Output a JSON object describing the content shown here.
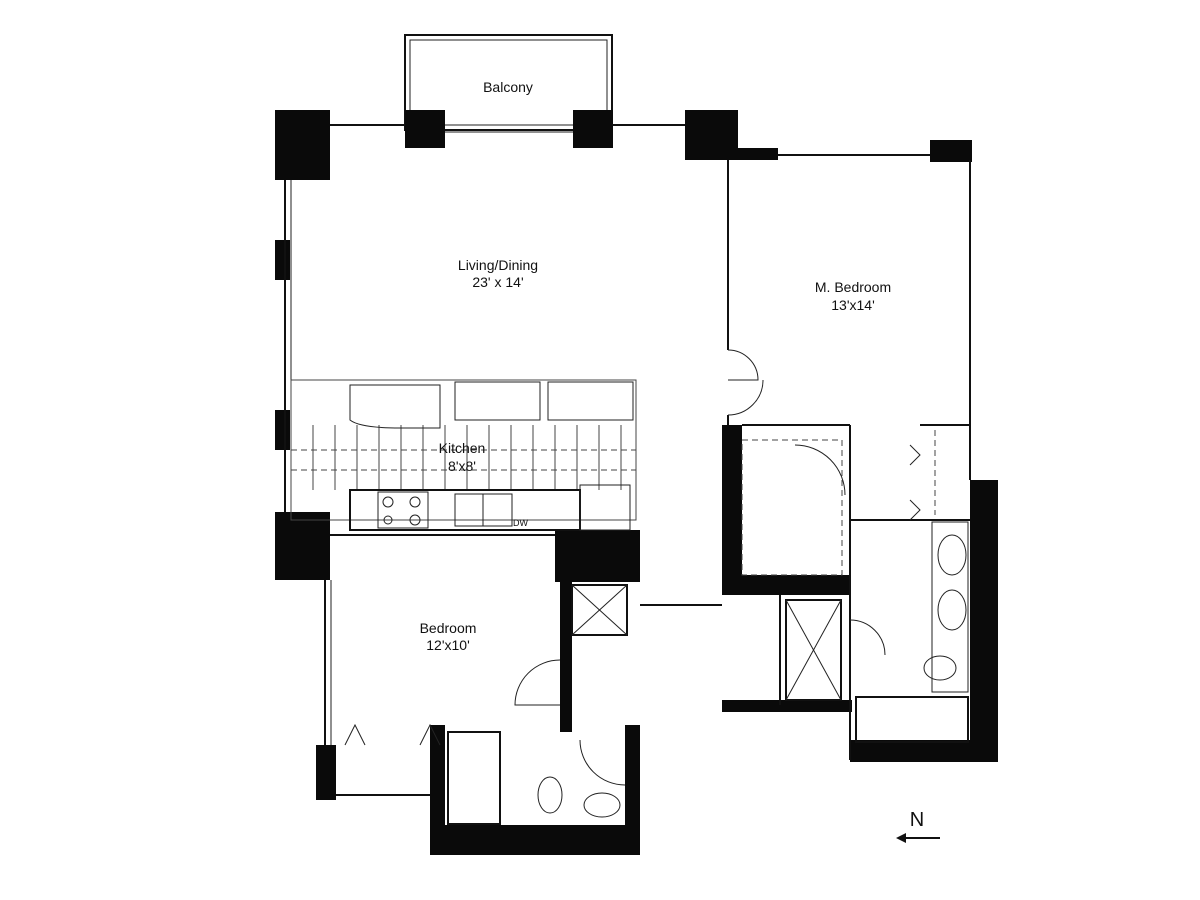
{
  "rooms": {
    "balcony": {
      "name": "Balcony"
    },
    "living": {
      "name": "Living/Dining",
      "size": "23' x 14'"
    },
    "master": {
      "name": "M. Bedroom",
      "size": "13'x14'"
    },
    "kitchen": {
      "name": "Kitchen",
      "size": "8'x8'"
    },
    "bedroom": {
      "name": "Bedroom",
      "size": "12'x10'"
    }
  },
  "appliances": {
    "dishwasher": "DW"
  },
  "compass": {
    "label": "N"
  }
}
